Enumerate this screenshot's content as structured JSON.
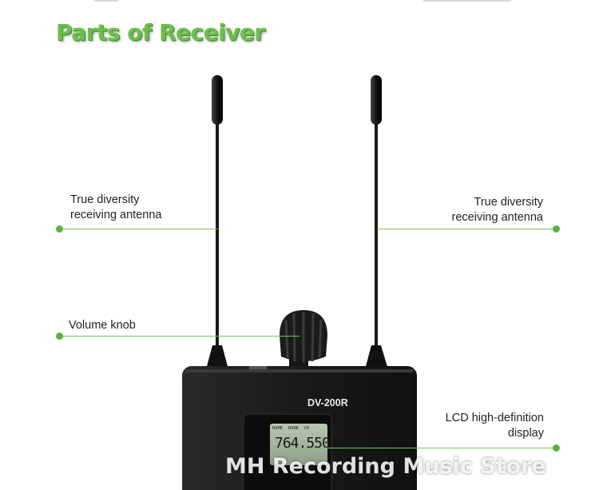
{
  "title": "Parts of Receiver",
  "model": "DV-200R",
  "lcd": {
    "top_labels": "NAME  BANK  CH",
    "frequency": "764.550"
  },
  "callouts": {
    "antenna_left": [
      "True diversity",
      "receiving antenna"
    ],
    "antenna_right": [
      "True diversity",
      "receiving antenna"
    ],
    "volume_knob": "Volume knob",
    "lcd_display": [
      "LCD high-definition",
      "display"
    ]
  },
  "watermark": "MH Recording Music Store",
  "colors": {
    "title_green": "#6cc04a",
    "callout_green": "#5cb33c",
    "device_body": "#1c1c1c"
  }
}
